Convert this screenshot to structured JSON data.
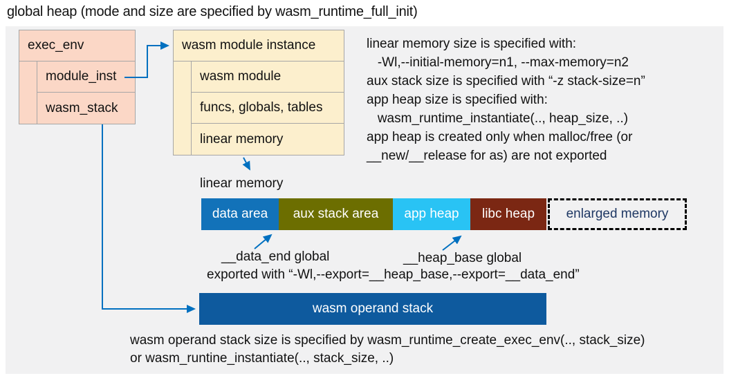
{
  "title": "global heap (mode and size are specified by wasm_runtime_full_init)",
  "colors": {
    "panel_bg": "#f1f1f2",
    "pink_box": "#fbd7c6",
    "cream_box": "#fcefcd",
    "arrow_blue": "#0070c0",
    "data_area": "#1272b9",
    "aux_stack_area": "#6c6e00",
    "app_heap": "#29c3f4",
    "libc_heap": "#7b2713",
    "operand_stack": "#0e5a9e",
    "enlarged_memory_text": "#1f3864"
  },
  "exec_env": {
    "header": "exec_env",
    "rows": [
      "module_inst",
      "wasm_stack"
    ]
  },
  "module_instance": {
    "header": "wasm module instance",
    "rows": [
      "wasm module",
      "funcs, globals, tables",
      "linear memory"
    ]
  },
  "notes_right": {
    "lines": [
      "linear memory size is specified with:",
      "   -Wl,--initial-memory=n1, --max-memory=n2",
      "aux stack size is specified with “-z stack-size=n”",
      "app heap size is specified with:",
      "   wasm_runtime_instantiate(.., heap_size, ..)",
      "app heap is created only when malloc/free (or",
      "__new/__release for as) are not exported"
    ]
  },
  "linear_memory": {
    "label": "linear memory",
    "segments": [
      {
        "label": "data area"
      },
      {
        "label": "aux stack area"
      },
      {
        "label": "app heap"
      },
      {
        "label": "libc heap"
      },
      {
        "label": "enlarged memory"
      }
    ]
  },
  "annotations": {
    "data_end": "__data_end global",
    "heap_base": "__heap_base global",
    "exported": "exported with “-Wl,--export=__heap_base,--export=__data_end”"
  },
  "operand_stack": {
    "label": "wasm operand stack"
  },
  "notes_bottom": {
    "lines": [
      "wasm operand stack size is specified by wasm_runtime_create_exec_env(.., stack_size)",
      "or wasm_runtine_instantiate(.., stack_size, ..)"
    ]
  }
}
